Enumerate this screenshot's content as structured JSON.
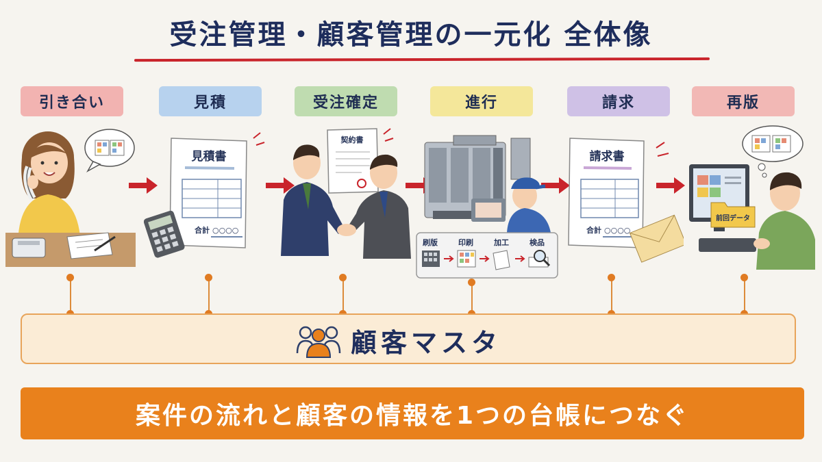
{
  "title": "受注管理・顧客管理の一元化 全体像",
  "stages": [
    {
      "label": "引き合い",
      "color": "#f2b3b1"
    },
    {
      "label": "見積",
      "color": "#b7d2ee"
    },
    {
      "label": "受注確定",
      "color": "#bfdcb0"
    },
    {
      "label": "進行",
      "color": "#f4e79a"
    },
    {
      "label": "請求",
      "color": "#cfc1e6"
    },
    {
      "label": "再版",
      "color": "#f2b8b5"
    }
  ],
  "estimate_doc": {
    "title": "見積書",
    "total_label": "合計",
    "total_value": "○○○○"
  },
  "contract_doc": {
    "title": "契約書"
  },
  "process_steps": [
    "刷版",
    "印刷",
    "加工",
    "検品"
  ],
  "invoice_doc": {
    "title": "請求書",
    "total_label": "合計",
    "total_value": "○○○○"
  },
  "reprint_folder": "前回データ",
  "master": {
    "label": "顧客マスタ"
  },
  "banner": {
    "text": "案件の流れと顧客の情報を1つの台帳につなぐ"
  },
  "colors": {
    "arrow": "#c9242b",
    "accent": "#e9811c",
    "navy": "#1e2d5c"
  }
}
